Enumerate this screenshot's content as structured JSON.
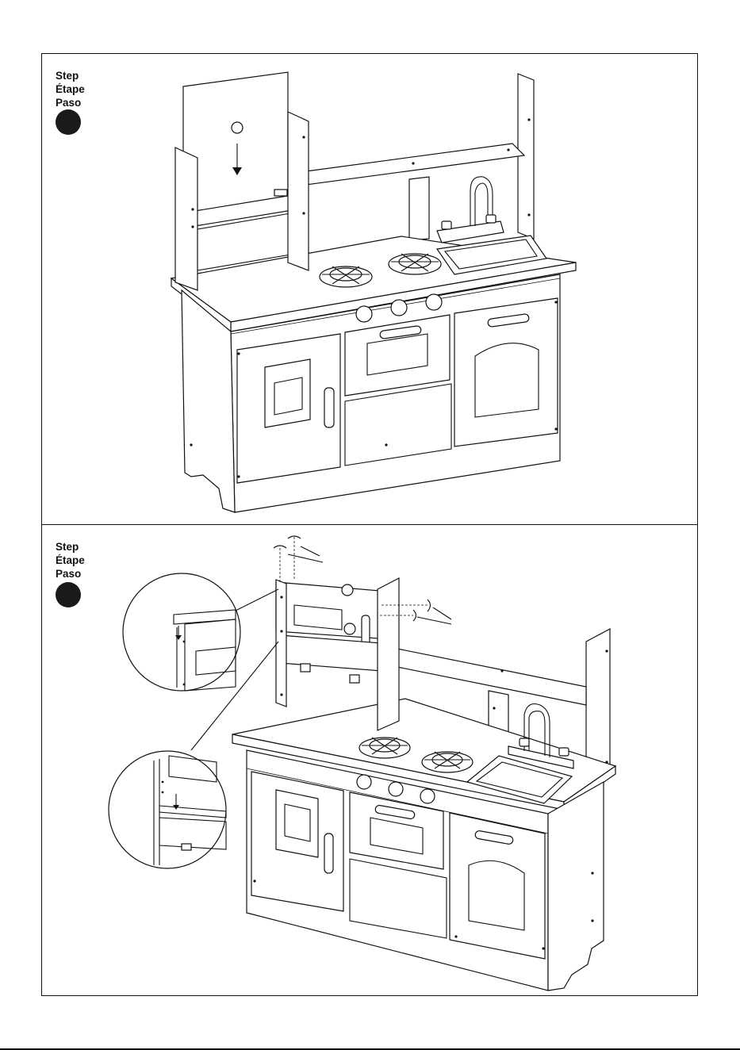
{
  "steps": [
    {
      "label_lines": [
        "Step",
        "Étape",
        "Paso"
      ],
      "badge_color": "#1a1a1a"
    },
    {
      "label_lines": [
        "Step",
        "Étape",
        "Paso"
      ],
      "badge_color": "#1a1a1a"
    }
  ],
  "figures": {
    "step_one": "play-kitchen-assembly-top-panel",
    "step_two": "play-kitchen-assembly-screws-detail"
  }
}
